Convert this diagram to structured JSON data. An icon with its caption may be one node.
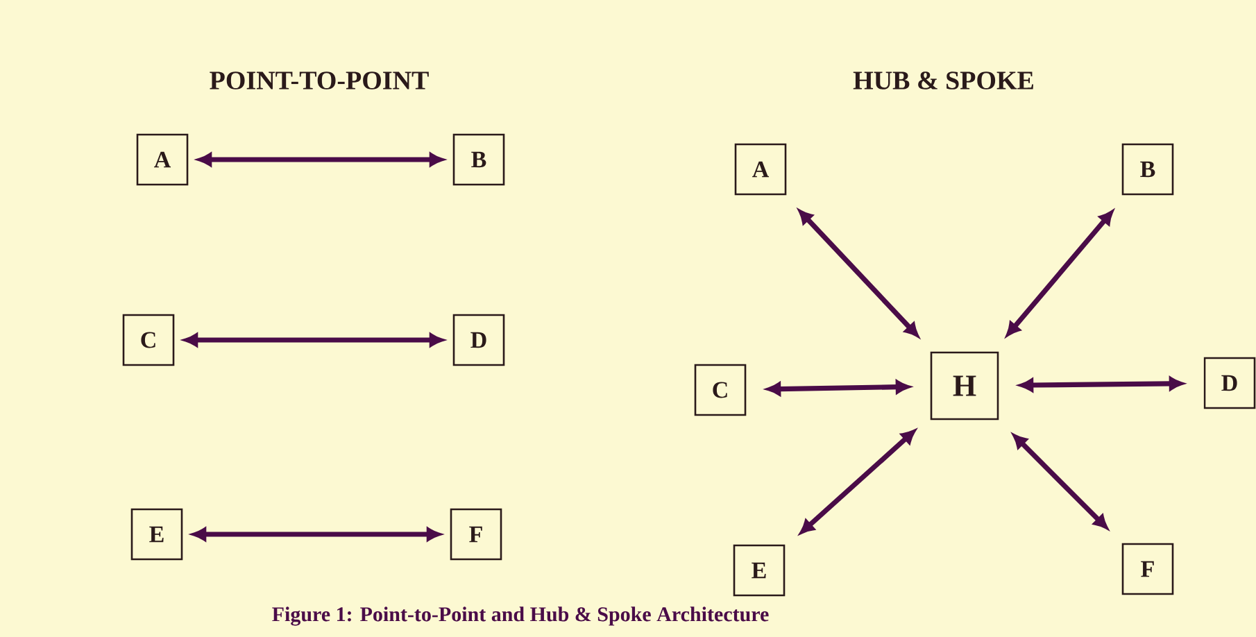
{
  "diagram": {
    "caption": "Figure 1: Point-to-Point and Hub & Spoke Architecture",
    "nodes": [
      {
        "text": [
          "A"
        ]
      },
      {
        "text": [
          "B"
        ]
      },
      {
        "text": [
          "C"
        ]
      },
      {
        "text": [
          "D"
        ]
      },
      {
        "text": [
          "E"
        ]
      },
      {
        "text": [
          "F"
        ]
      },
      {
        "text": [
          "A"
        ]
      },
      {
        "text": [
          "B"
        ]
      },
      {
        "text": [
          "C"
        ]
      },
      {
        "text": [
          "H"
        ]
      },
      {
        "text": [
          "D"
        ]
      },
      {
        "text": [
          "E"
        ]
      },
      {
        "text": [
          "F"
        ]
      }
    ],
    "edges": [
      {
        "from": 0,
        "to": 1,
        "arrow": "both"
      },
      {
        "from": 2,
        "to": 3,
        "arrow": "both"
      },
      {
        "from": 4,
        "to": 5,
        "arrow": "both"
      },
      {
        "from": 6,
        "to": 9,
        "arrow": "both"
      },
      {
        "from": 7,
        "to": 9,
        "arrow": "both"
      },
      {
        "from": 8,
        "to": 9,
        "arrow": "both"
      },
      {
        "from": 9,
        "to": 10,
        "arrow": "both"
      },
      {
        "from": 11,
        "to": 9,
        "arrow": "both"
      },
      {
        "from": 12,
        "to": 9,
        "arrow": "both"
      }
    ],
    "labels": [
      "POINT-TO-POINT",
      "HUB & SPOKE"
    ]
  }
}
